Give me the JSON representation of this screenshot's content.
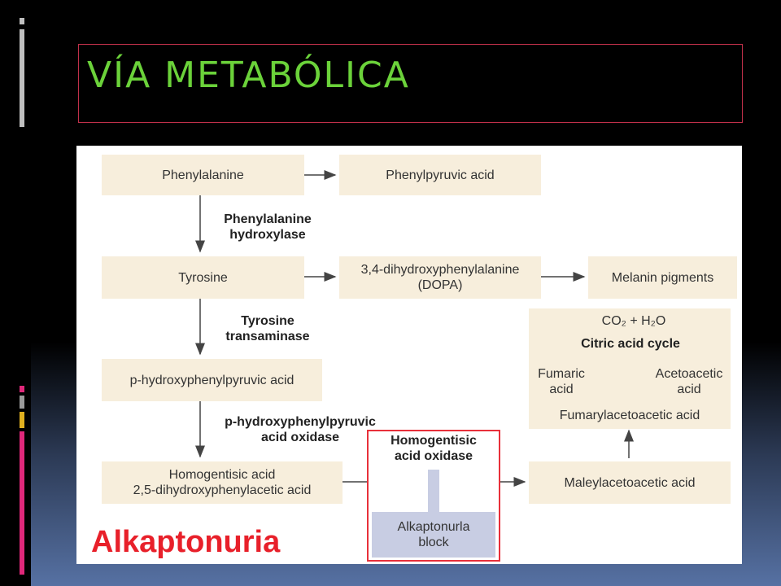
{
  "slide": {
    "title": "VÍA METABÓLICA",
    "colors": {
      "title": "#6bd23a",
      "title_border": "#c0304a",
      "box_fill": "#f7eedc",
      "block_fill": "#c8cde3",
      "block_border": "#e8303a",
      "alkaptonuria": "#e8202a"
    }
  },
  "diagram": {
    "nodes": {
      "phenylalanine": "Phenylalanine",
      "phenylpyruvic": "Phenylpyruvic acid",
      "tyrosine": "Tyrosine",
      "dopa": "3,4-dihydroxyphenylalanine\n(DOPA)",
      "melanin": "Melanin pigments",
      "p_hpp": "p-hydroxyphenylpyruvic acid",
      "homogentisic": "Homogentisic acid\n2,5-dihydroxyphenylacetic acid",
      "maleylacetoacetic": "Maleylacetoacetic acid",
      "co2_h2o": "CO₂  +  H₂O",
      "citric_cycle": "Citric acid cycle",
      "fumaric": "Fumaric\nacid",
      "acetoacetic": "Acetoacetic\nacid",
      "fumarylacetoacetic": "Fumarylacetoacetic acid"
    },
    "enzymes": {
      "phe_hydroxylase": "Phenylalanine\nhydroxylase",
      "tyr_transaminase": "Tyrosine\ntransaminase",
      "p_hpp_oxidase": "p-hydroxyphenylpyruvic\nacid oxidase",
      "homogentisic_oxidase": "Homogentisic\nacid oxidase"
    },
    "block": "Alkaptonurla\nblock",
    "disease": "Alkaptonuria"
  }
}
